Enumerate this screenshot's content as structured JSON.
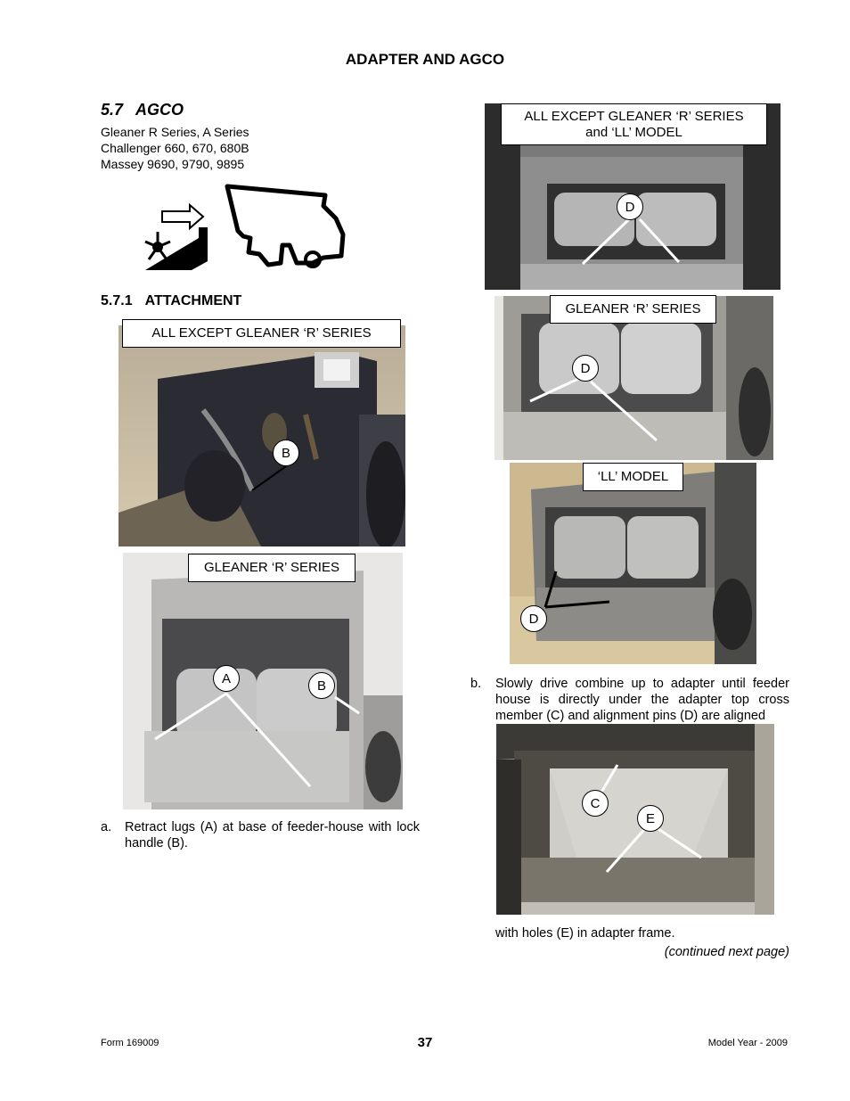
{
  "header": {
    "title": "ADAPTER AND AGCO"
  },
  "section": {
    "number": "5.7",
    "title": "AGCO",
    "models": [
      "Gleaner R Series, A Series",
      "Challenger 660, 670, 680B",
      "Massey 9690, 9790, 9895"
    ]
  },
  "subsection": {
    "number": "5.7.1",
    "title": "ATTACHMENT"
  },
  "figures": {
    "fig1": {
      "caption": "ALL EXCEPT GLEANER ‘R’ SERIES",
      "callouts": [
        "B"
      ]
    },
    "fig2": {
      "caption": "GLEANER ‘R’ SERIES",
      "callouts": [
        "A",
        "B"
      ]
    },
    "fig3": {
      "caption_line1": "ALL EXCEPT GLEANER ‘R’ SERIES",
      "caption_line2": "and ‘LL’ MODEL",
      "callouts": [
        "D"
      ]
    },
    "fig4": {
      "caption": "GLEANER ‘R’ SERIES",
      "callouts": [
        "D"
      ]
    },
    "fig5": {
      "caption": "‘LL’ MODEL",
      "callouts": [
        "D"
      ]
    },
    "fig6": {
      "callouts": [
        "C",
        "E"
      ]
    }
  },
  "steps": {
    "a": {
      "label": "a.",
      "text": "Retract lugs (A) at base of feeder-house with lock handle (B)."
    },
    "b": {
      "label": "b.",
      "text": "Slowly drive combine up to adapter until feeder house is directly under the adapter top cross member (C) and alignment pins (D) are aligned",
      "continuation": "with holes (E) in adapter frame."
    }
  },
  "continued": "(continued next page)",
  "footer": {
    "form": "Form 169009",
    "page": "37",
    "model_year": "Model Year - 2009"
  },
  "icons": [
    "adapter-icon",
    "arrow-right-icon",
    "combine-icon"
  ]
}
